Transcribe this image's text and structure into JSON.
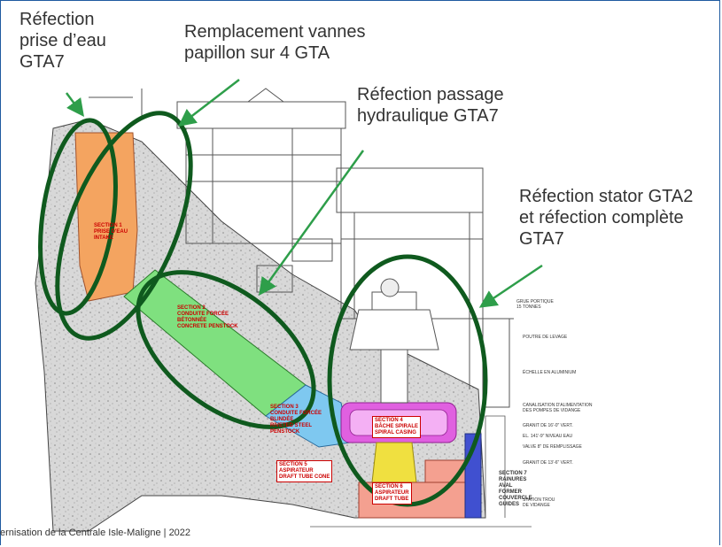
{
  "annotations": {
    "prise_eau": "Réfection\nprise d’eau\nGTA7",
    "vannes": "Remplacement vannes\npapillon sur 4 GTA",
    "passage": "Réfection passage\nhydraulique GTA7",
    "stator": "Réfection stator GTA2\net réfection complète\nGTA7"
  },
  "footer": "ernisation de la Centrale Isle-Maligne  |  2022",
  "sections": {
    "s1": "SECTION 1\nPRISE D'EAU\nINTAKE",
    "s2": "SECTION 2\nCONDUITE FORCÉE\nBÉTONNÉE\nCONCRETE PENSTOCK",
    "s3": "SECTION 3\nCONDUITE FORCÉE\nBLINDÉE\nRIVETED STEEL\nPENSTOCK",
    "s4": "SECTION 4\nBÂCHE SPIRALE\nSPIRAL CASING",
    "s5": "SECTION 5\nASPIRATEUR\nDRAFT TUBE CONE",
    "s6": "SECTION 6\nASPIRATEUR\nDRAFT TUBE",
    "s7": "SECTION 7\nRAINURES\nAVAL\nFORMER\nCOUVERCLE\nGUIDES"
  },
  "callouts": {
    "c1": "GRUE PORTIQUE\n15 TONNES",
    "c2": "POUTRE DE LEVAGE",
    "c3": "ÉCHELLE EN ALUMINIUM",
    "c4": "CANALISATION D'ALIMENTATION\nDES POMPES DE VIDANGE",
    "c5": "GRANIT DE 16'-0\" VERT.",
    "c6": "EL. 141'-9\" NIVEAU EAU",
    "c7": "VALVE 8\" DE REMPLISSAGE",
    "c8": "GRANIT DE 13'-6\" VERT.",
    "c9": "STATION TROU\nDE VIDANGE"
  },
  "colors": {
    "arrow": "#2e9e4a",
    "ellipse": "#0f5a1e",
    "orange": "#f4a460",
    "green": "#7fe07f",
    "cyan": "#7ec8f0",
    "magenta": "#e060e0",
    "yellow": "#f0e040",
    "salmon": "#f4a090",
    "blue": "#4050d0"
  }
}
